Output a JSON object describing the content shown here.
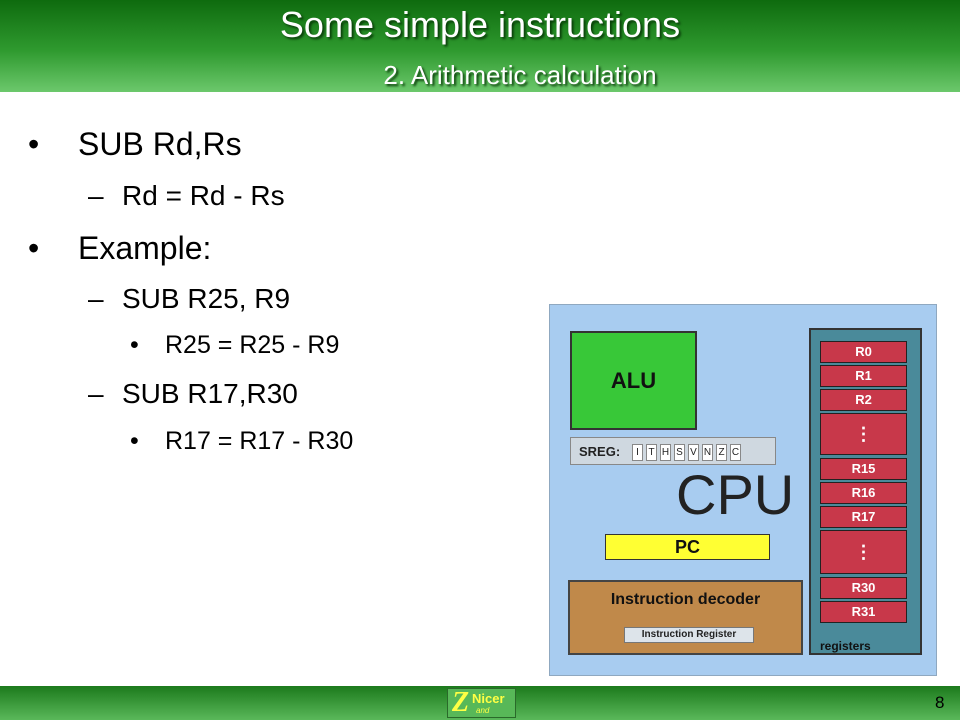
{
  "slide": {
    "title": "Some simple instructions",
    "subtitle": "2. Arithmetic calculation",
    "page_number": "8"
  },
  "content": {
    "bullet_mark": "•",
    "dash_mark": "–",
    "items": [
      {
        "text": "SUB Rd,Rs"
      },
      {
        "text": "Rd = Rd - Rs"
      },
      {
        "text": "Example:"
      },
      {
        "text": "SUB R25, R9"
      },
      {
        "text": "R25 = R25 - R9"
      },
      {
        "text": "SUB R17,R30"
      },
      {
        "text": "R17 = R17 - R30"
      }
    ]
  },
  "cpu": {
    "label": "CPU",
    "alu": "ALU",
    "sreg_label": "SREG:",
    "flags": [
      "I",
      "T",
      "H",
      "S",
      "V",
      "N",
      "Z",
      "C"
    ],
    "pc": "PC",
    "decoder": "Instruction decoder",
    "instruction_register": "Instruction Register",
    "registers_label": "registers",
    "registers": [
      "R0",
      "R1",
      "R2",
      "⋮",
      "R15",
      "R16",
      "R17",
      "⋮",
      "R30",
      "R31"
    ]
  },
  "footer": {
    "logo_letter": "Z",
    "logo_word": "Nicer",
    "logo_small": "and"
  },
  "colors": {
    "banner_green": "#2f9a2f",
    "alu_green": "#38c838",
    "pc_yellow": "#ffff33",
    "register_red": "#c8384a",
    "cpu_blue": "#a8ccf0",
    "decoder_brown": "#c0894a"
  }
}
